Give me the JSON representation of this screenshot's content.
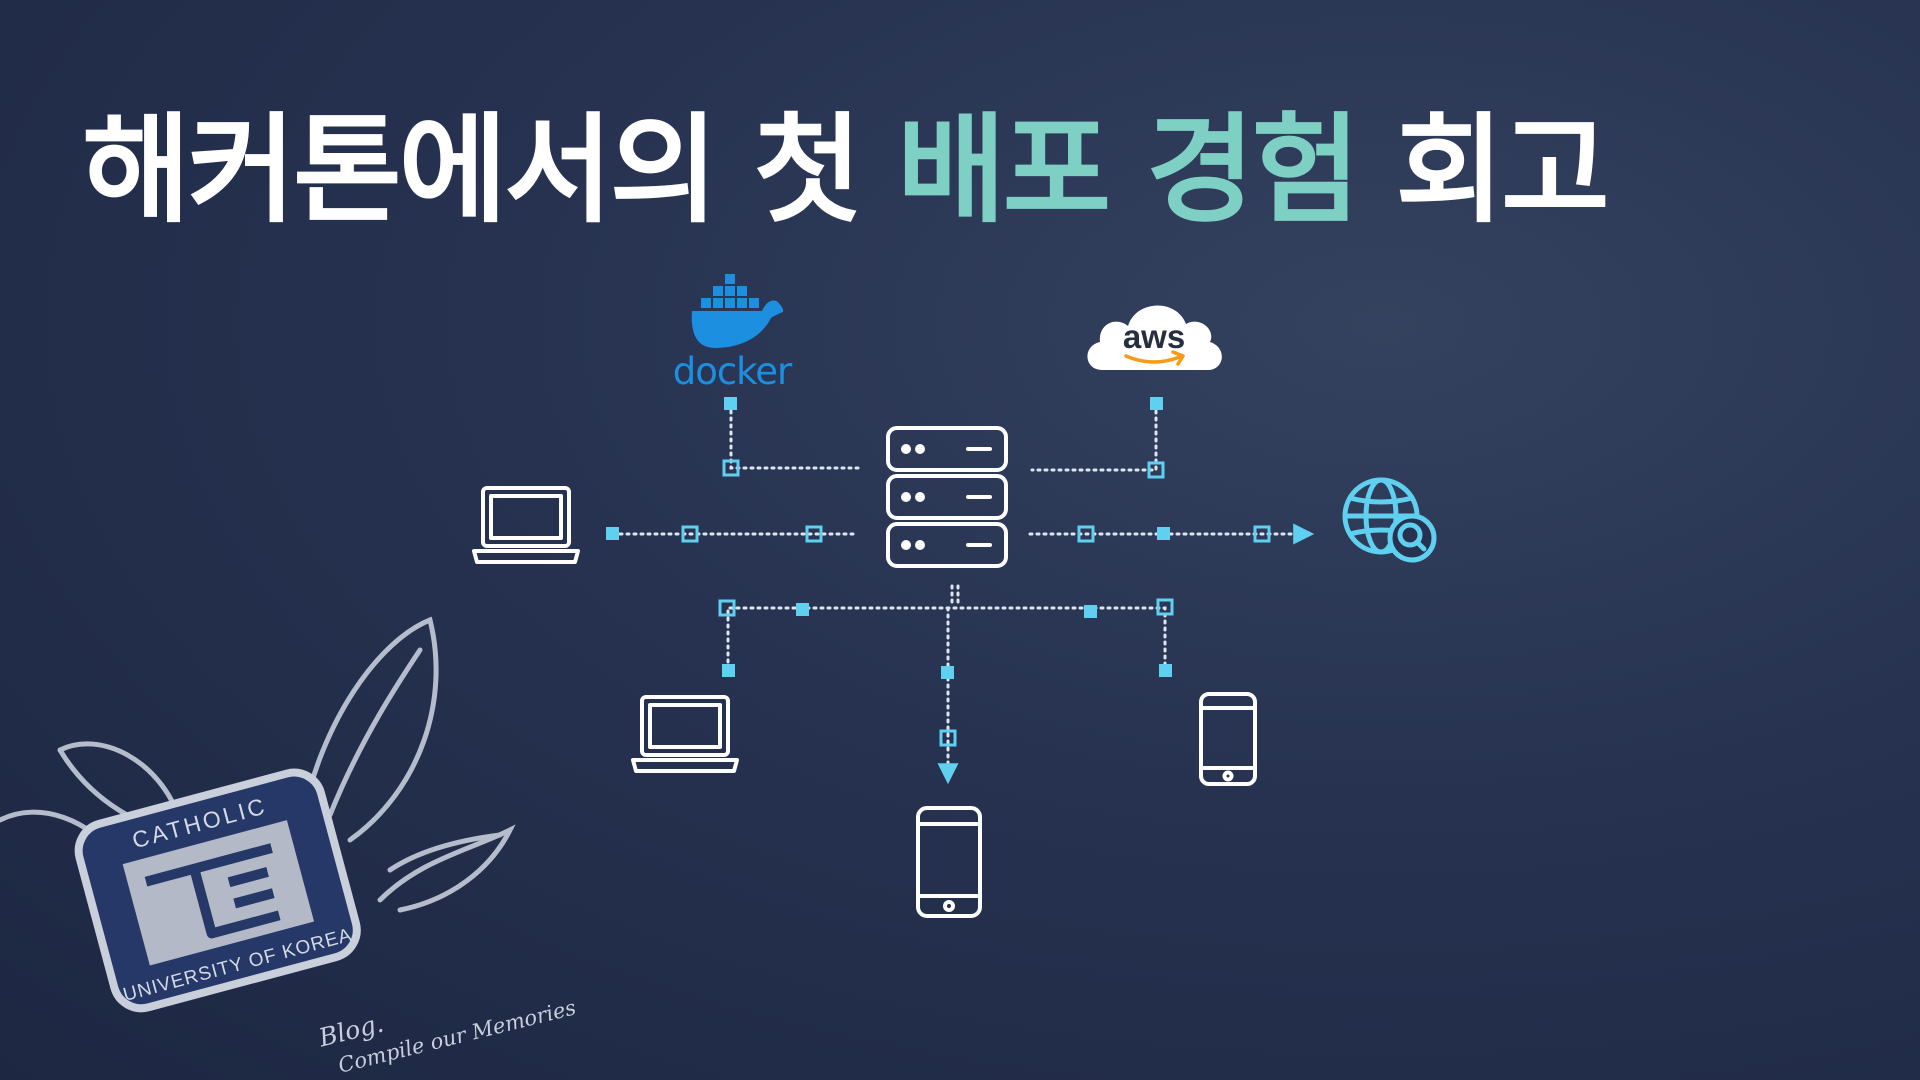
{
  "title": {
    "part1": "해커톤에서의 첫 ",
    "highlight": "배포 경험",
    "part2": " 회고"
  },
  "logos": {
    "docker": "docker",
    "aws": "aws"
  },
  "seal": {
    "top_text": "CATHOLIC",
    "bottom_text": "UNIVERSITY OF KOREA"
  },
  "watermark": {
    "line1": "Blog.",
    "line2": "Compile our Memories"
  },
  "icons": {
    "docker": "docker-whale-icon",
    "aws": "aws-cloud-icon",
    "server": "server-rack-icon",
    "laptop": "laptop-icon",
    "globe": "globe-search-icon",
    "phone": "smartphone-icon"
  },
  "colors": {
    "background": "#263250",
    "title": "#ffffff",
    "accent": "#7ecfc4",
    "node": "#5fd0f0",
    "docker": "#1d8fe0",
    "aws_arrow": "#f59b17"
  }
}
